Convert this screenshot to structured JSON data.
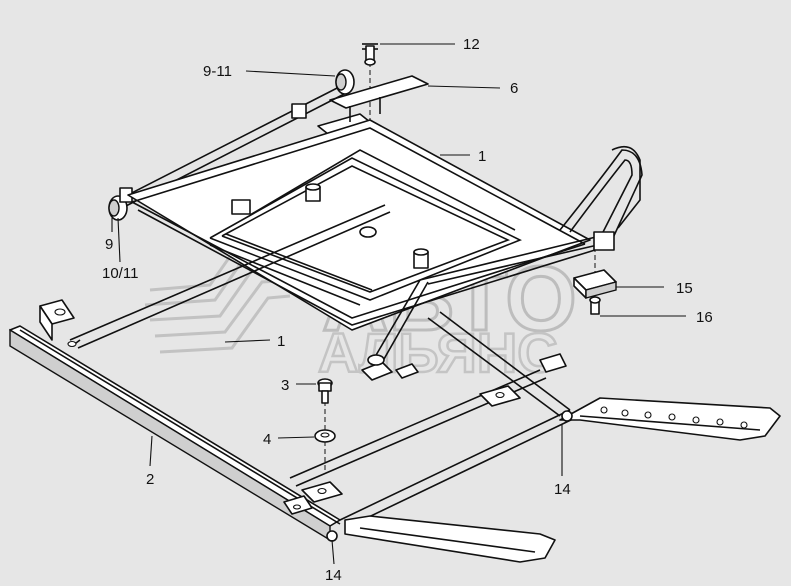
{
  "watermark": {
    "line1": "АВТО",
    "line2": "АЛЬЯНС"
  },
  "callouts": {
    "c12": "12",
    "c911": "9-11",
    "c6": "6",
    "c1_top": "1",
    "c9": "9",
    "c1011": "10/11",
    "c15": "15",
    "c16": "16",
    "c1_mid": "1",
    "c3": "3",
    "c4": "4",
    "c2": "2",
    "c14_right": "14",
    "c14_bottom": "14"
  }
}
